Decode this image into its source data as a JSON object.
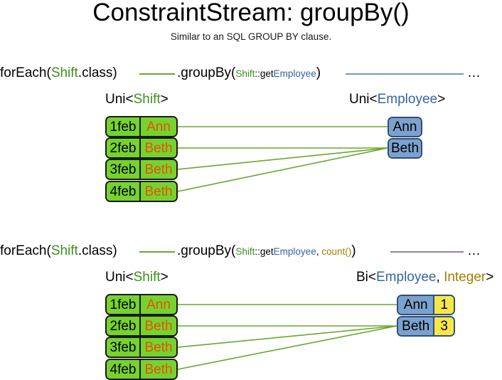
{
  "header": {
    "title": "ConstraintStream: groupBy()",
    "subtitle": "Similar to an SQL GROUP BY clause."
  },
  "colors": {
    "shift_green": "#76d32e",
    "shift_name_orange": "#e8500a",
    "employee_blue": "#7ba2ce",
    "integer_yellow": "#f7e64a",
    "keyword_green": "#3f8f1f",
    "keyword_blue": "#3465a4",
    "keyword_gold": "#a08000",
    "link_green": "#6aa72e",
    "link_blue": "#7b93b8",
    "link_purple": "#9d7f9d"
  },
  "sections": [
    {
      "id": "groupby-key-only",
      "code": {
        "for_each_prefix": "forEach(",
        "for_each_type": "Shift",
        "for_each_suffix": ".class)",
        "group_by_prefix": ".groupBy(",
        "arg_type": "Shift",
        "arg_sep": "::get",
        "arg_prop": "Employee",
        "group_by_suffix": ")",
        "ellipsis": "…"
      },
      "left": {
        "caption_prefix": "Uni<",
        "caption_type": "Shift",
        "caption_suffix": ">",
        "rows": [
          {
            "date": "1feb",
            "name": "Ann"
          },
          {
            "date": "2feb",
            "name": "Beth"
          },
          {
            "date": "3feb",
            "name": "Beth"
          },
          {
            "date": "4feb",
            "name": "Beth"
          }
        ]
      },
      "right": {
        "caption_prefix": "Uni<",
        "caption_type": "Employee",
        "caption_suffix": ">",
        "rows": [
          {
            "employee": "Ann"
          },
          {
            "employee": "Beth"
          }
        ]
      },
      "links": [
        {
          "from": 0,
          "to": 0
        },
        {
          "from": 1,
          "to": 1
        },
        {
          "from": 2,
          "to": 1
        },
        {
          "from": 3,
          "to": 1
        }
      ]
    },
    {
      "id": "groupby-key-count",
      "code": {
        "for_each_prefix": "forEach(",
        "for_each_type": "Shift",
        "for_each_suffix": ".class)",
        "group_by_prefix": ".groupBy(",
        "arg_type": "Shift",
        "arg_sep": "::get",
        "arg_prop": "Employee",
        "arg_comma": ", ",
        "arg_collector": "count()",
        "group_by_suffix": ")",
        "ellipsis": "…"
      },
      "left": {
        "caption_prefix": "Uni<",
        "caption_type": "Shift",
        "caption_suffix": ">",
        "rows": [
          {
            "date": "1feb",
            "name": "Ann"
          },
          {
            "date": "2feb",
            "name": "Beth"
          },
          {
            "date": "3feb",
            "name": "Beth"
          },
          {
            "date": "4feb",
            "name": "Beth"
          }
        ]
      },
      "right": {
        "caption_prefix": "Bi<",
        "caption_type": "Employee",
        "caption_comma": ", ",
        "caption_type2": "Integer",
        "caption_suffix": ">",
        "rows": [
          {
            "employee": "Ann",
            "count": "1"
          },
          {
            "employee": "Beth",
            "count": "3"
          }
        ]
      },
      "links": [
        {
          "from": 0,
          "to": 0
        },
        {
          "from": 1,
          "to": 1
        },
        {
          "from": 2,
          "to": 1
        },
        {
          "from": 3,
          "to": 1
        }
      ]
    }
  ]
}
